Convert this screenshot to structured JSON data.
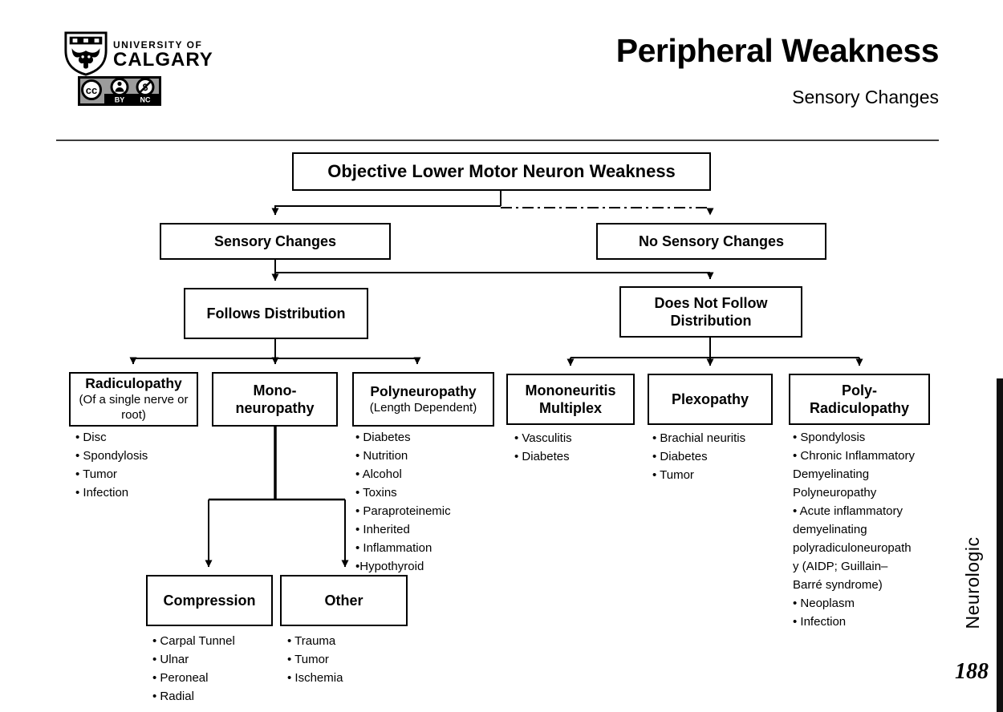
{
  "header": {
    "university_line1": "UNIVERSITY OF",
    "university_line2": "CALGARY",
    "license_cc": "cc",
    "license_by": "BY",
    "license_nc": "NC",
    "title": "Peripheral Weakness",
    "subtitle": "Sensory Changes"
  },
  "sidebar": {
    "section_label": "Neurologic",
    "page_number": "188"
  },
  "flowchart": {
    "root": "Objective Lower Motor Neuron Weakness",
    "branch_sensory": "Sensory Changes",
    "branch_no_sensory": "No Sensory Changes",
    "follows": "Follows Distribution",
    "does_not_follow": "Does Not Follow\nDistribution",
    "categories": [
      {
        "title": "Radiculopathy",
        "subtitle": "(Of a single nerve or root)",
        "items": [
          "• Disc",
          "• Spondylosis",
          "• Tumor",
          "• Infection"
        ]
      },
      {
        "title": "Mono-\nneuropathy",
        "subtitle": "",
        "items": []
      },
      {
        "title": "Polyneuropathy",
        "subtitle": "(Length Dependent)",
        "items": [
          "• Diabetes",
          "• Nutrition",
          "• Alcohol",
          "• Toxins",
          "• Paraproteinemic",
          "• Inherited",
          "• Inflammation",
          "•Hypothyroid"
        ]
      },
      {
        "title": "Mononeuritis\nMultiplex",
        "subtitle": "",
        "items": [
          "• Vasculitis",
          "• Diabetes"
        ]
      },
      {
        "title": "Plexopathy",
        "subtitle": "",
        "items": [
          "• Brachial neuritis",
          "• Diabetes",
          "• Tumor"
        ]
      },
      {
        "title": "Poly-\nRadiculopathy",
        "subtitle": "",
        "items": [
          "• Spondylosis",
          "• Chronic Inflammatory Demyelinating Polyneuropathy",
          "• Acute inflammatory demyelinating polyradiculoneuropathy (AIDP; Guillain–Barré syndrome)",
          "• Neoplasm",
          "• Infection"
        ]
      }
    ],
    "subcategories": [
      {
        "title": "Compression",
        "items": [
          "• Carpal Tunnel",
          "• Ulnar",
          "• Peroneal",
          "• Radial"
        ]
      },
      {
        "title": "Other",
        "items": [
          "• Trauma",
          "• Tumor",
          "• Ischemia"
        ]
      }
    ]
  }
}
